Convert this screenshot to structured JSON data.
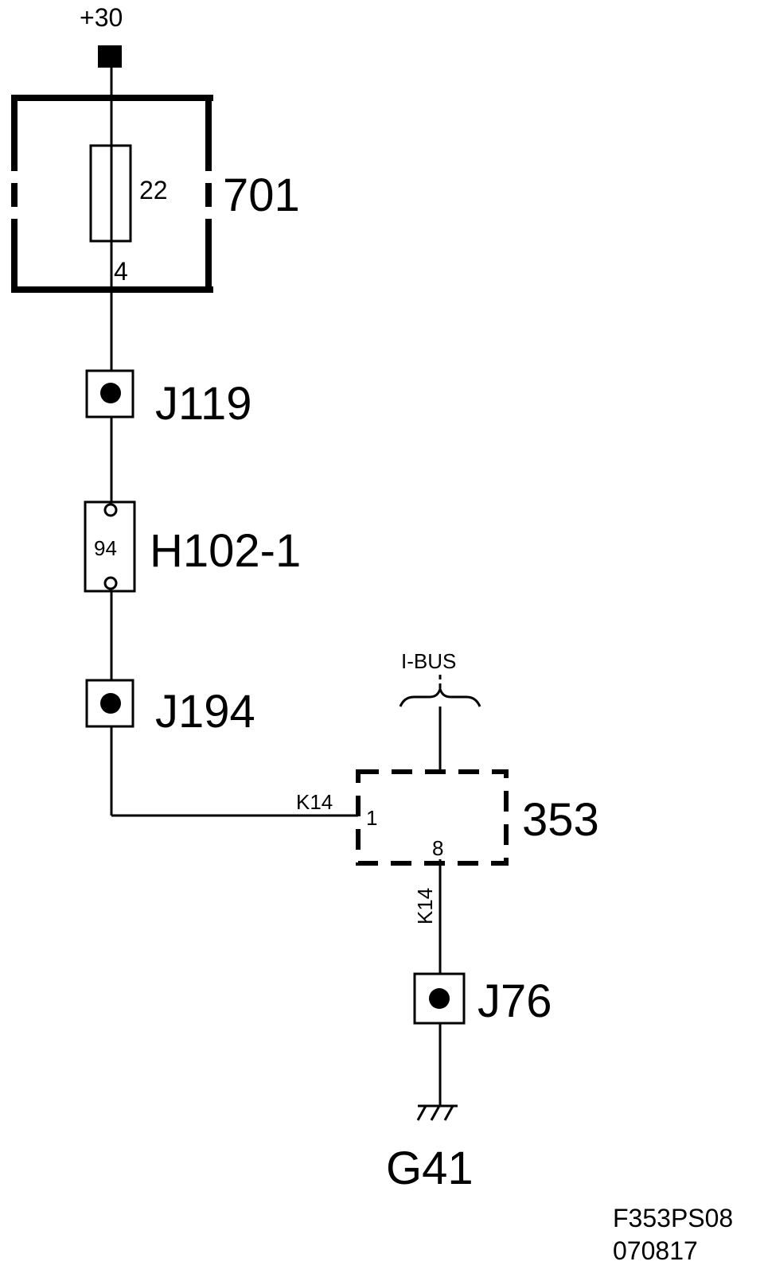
{
  "supply": {
    "label": "+30"
  },
  "fuse_box": {
    "label": "701",
    "fuse_number": "22",
    "pin": "4"
  },
  "connector_j119": {
    "label": "J119"
  },
  "connector_h102": {
    "label": "H102-1",
    "pin": "94"
  },
  "connector_j194": {
    "label": "J194"
  },
  "module": {
    "label": "353",
    "bus_label": "I-BUS",
    "pin_in": "1",
    "pin_out": "8",
    "wire_in_code": "K14",
    "wire_out_code": "K14"
  },
  "connector_j76": {
    "label": "J76"
  },
  "ground": {
    "label": "G41"
  },
  "footer": {
    "code": "F353PS08",
    "date": "070817"
  }
}
